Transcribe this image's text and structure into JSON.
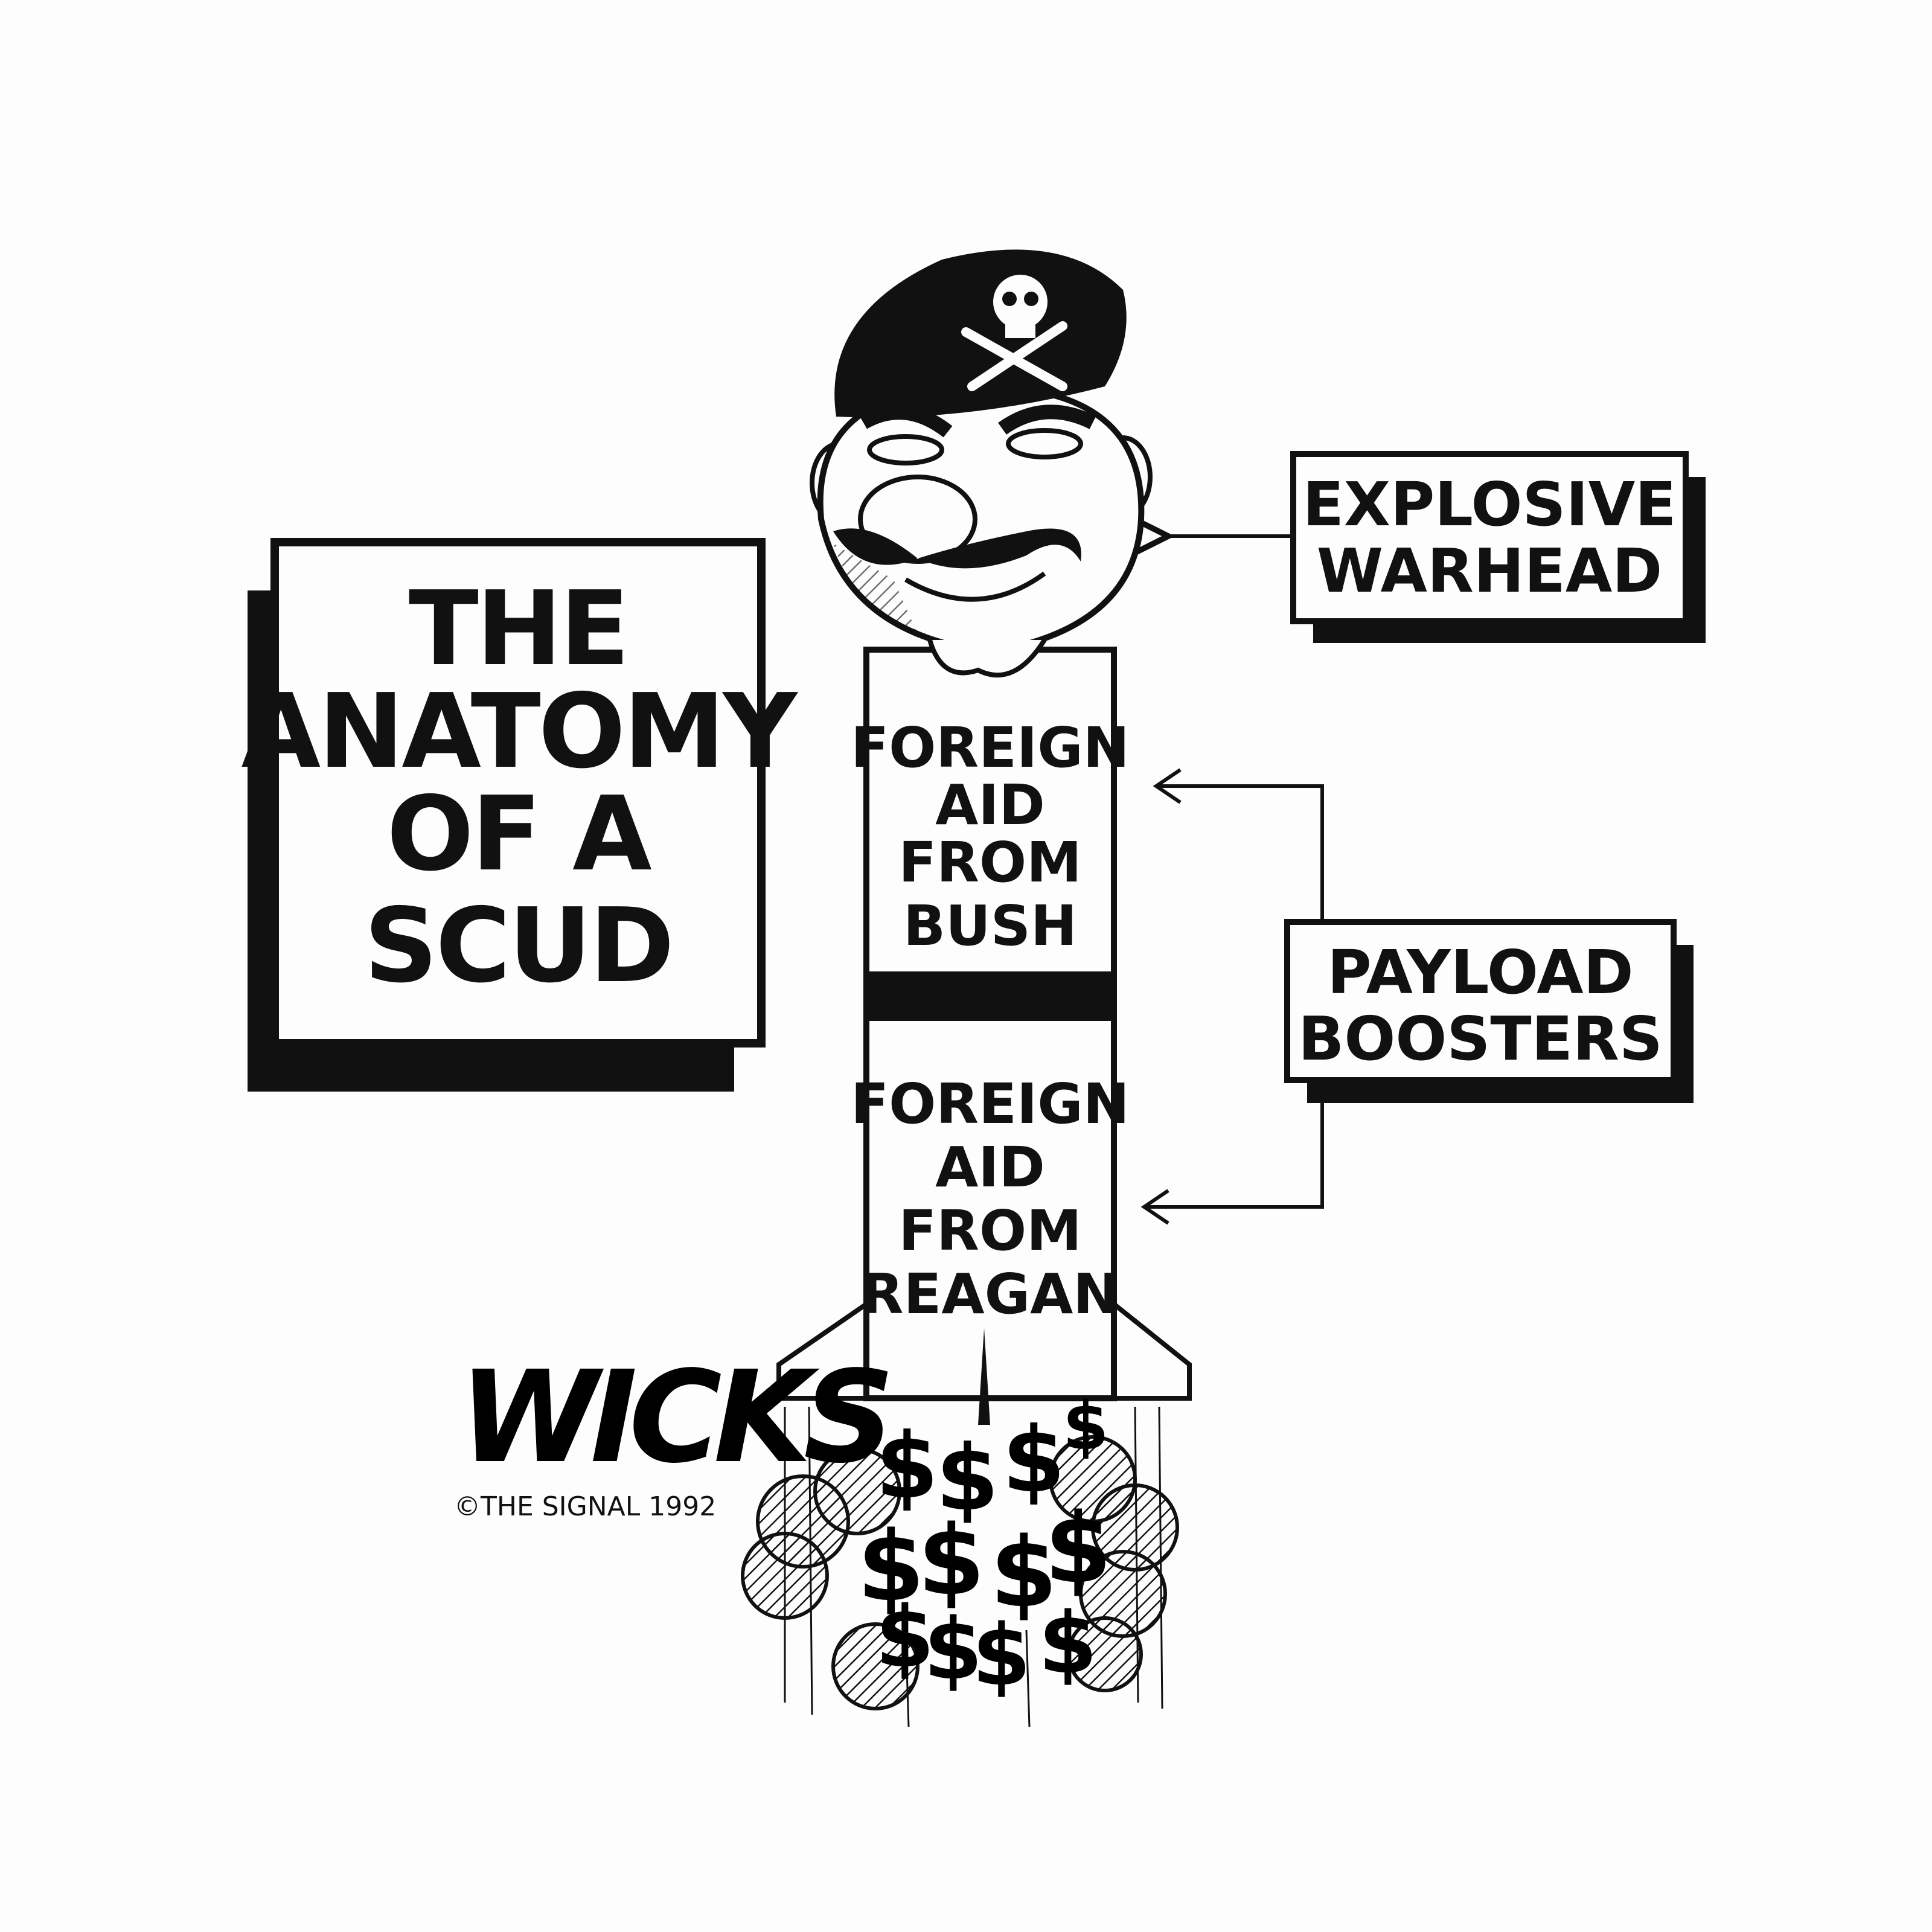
{
  "title_box": {
    "lines": [
      "THE",
      "ANATOMY",
      "OF A",
      "SCUD"
    ]
  },
  "warhead_label": {
    "lines": [
      "EXPLOSIVE",
      "WARHEAD"
    ]
  },
  "boosters_label": {
    "lines": [
      "PAYLOAD",
      "BOOSTERS"
    ]
  },
  "upper_stage": {
    "lines": [
      "FOREIGN",
      "AID",
      "FROM",
      "BUSH"
    ]
  },
  "lower_stage": {
    "lines": [
      "FOREIGN",
      "AID",
      "FROM",
      "REAGAN"
    ]
  },
  "signature": {
    "name": "WICKS",
    "copyright": "©THE SIGNAL 1992"
  },
  "exhaust_symbol": "$",
  "colors": {
    "ink": "#111111",
    "paper": "#fdfdfd"
  }
}
